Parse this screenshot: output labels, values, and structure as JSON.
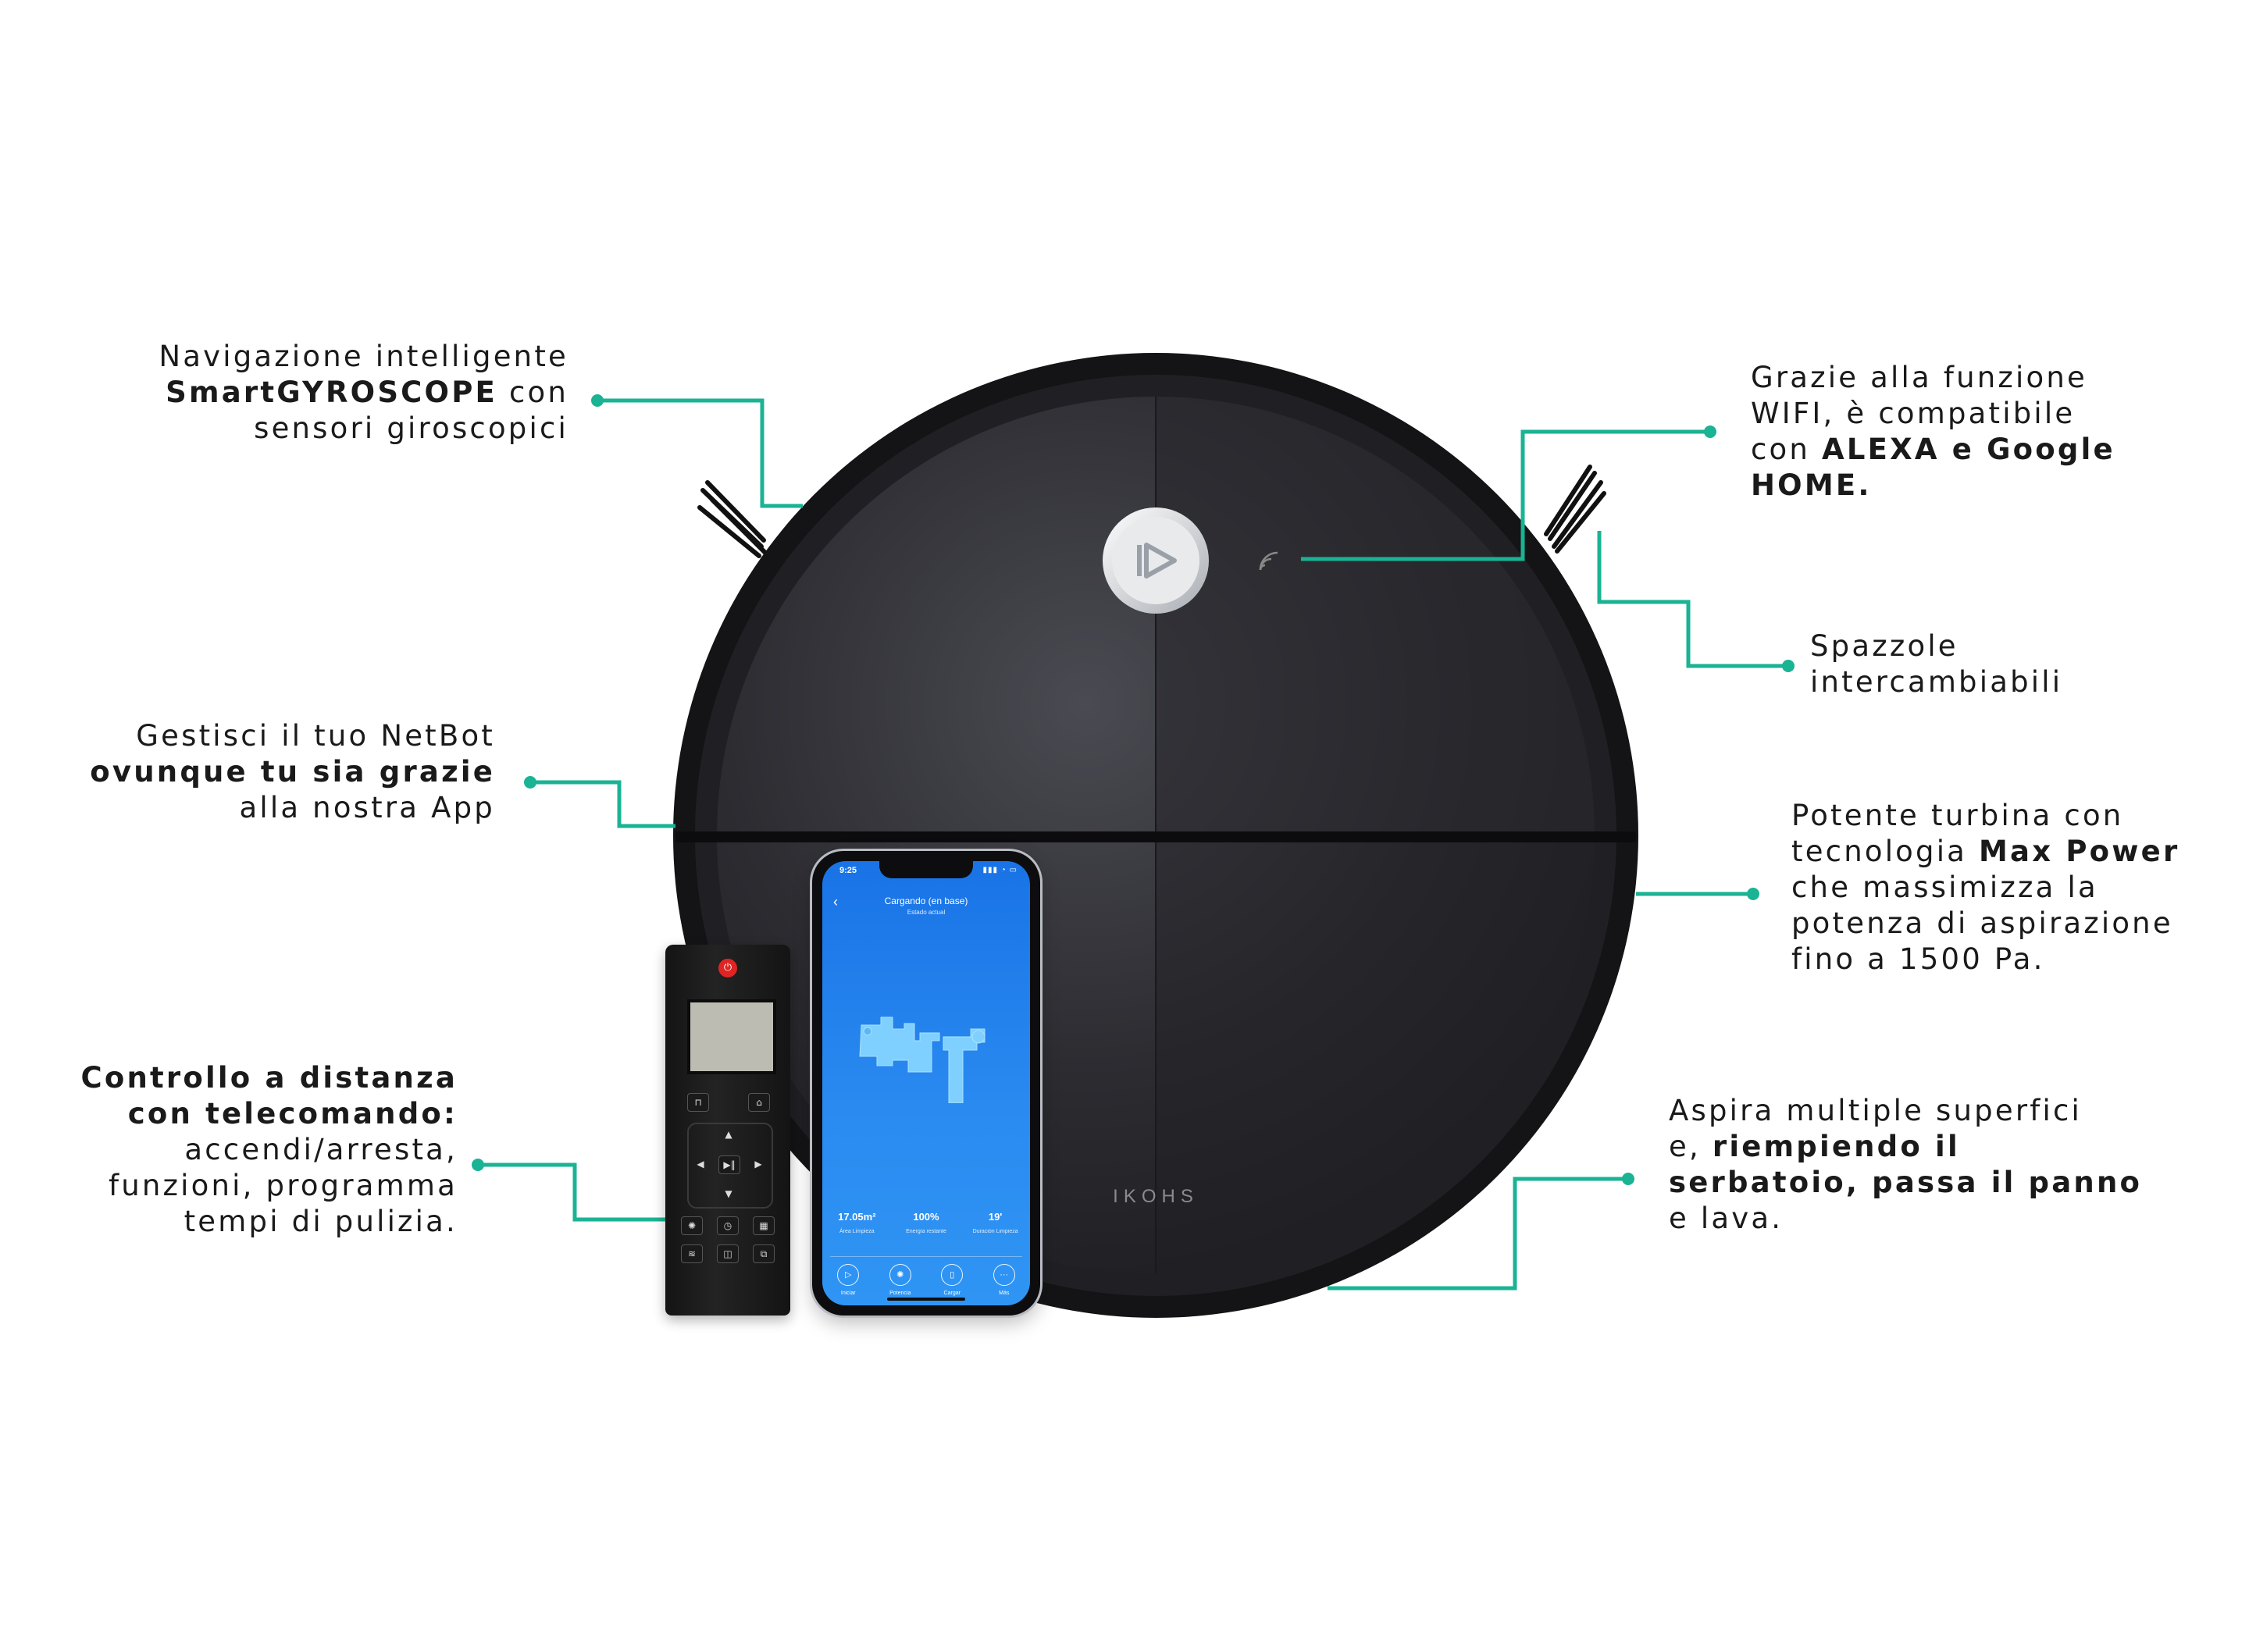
{
  "callouts": {
    "navigation": {
      "line1": "Navigazione intelligente",
      "line2_bold": "SmartGYROSCOPE",
      "line2_rest": " con",
      "line3": "sensori giroscopici"
    },
    "app": {
      "line1": "Gestisci il tuo NetBot",
      "line2_bold": "ovunque tu sia grazie",
      "line3": "alla nostra App"
    },
    "remote": {
      "line1_bold": "Controllo a distanza",
      "line2_bold": "con telecomando:",
      "line3": "accendi/arresta,",
      "line4": "funzioni, programma",
      "line5": "tempi di pulizia."
    },
    "wifi": {
      "line1": "Grazie alla funzione",
      "line2": "WIFI, è compatibile",
      "line3_pre": "con ",
      "line3_bold": "ALEXA e Google",
      "line4_bold": "HOME."
    },
    "brushes": {
      "line1": "Spazzole",
      "line2": "intercambiabili"
    },
    "turbine": {
      "line1": "Potente turbina con",
      "line2_pre": "tecnologia ",
      "line2_bold": "Max Power",
      "line3": "che massimizza la",
      "line4": "potenza di aspirazione",
      "line5": "fino a 1500 Pa."
    },
    "surfaces": {
      "line1": "Aspira multiple superfici",
      "line2_pre": "e, ",
      "line2_bold": "riempiendo il",
      "line3_bold": "serbatoio, passa il panno",
      "line4": "e lava."
    }
  },
  "robot": {
    "brand": "IKOHS"
  },
  "phone_app": {
    "status_time": "9:25",
    "status_icons": "▮▮▮ ◔ ▭",
    "title": "Cargando (en base)",
    "subtitle": "Estado actual",
    "stats": [
      {
        "value": "17.05m²",
        "label": "Área Limpieza"
      },
      {
        "value": "100%",
        "label": "Energía restante"
      },
      {
        "value": "19'",
        "label": "Duración Limpieza"
      }
    ],
    "nav": [
      {
        "icon": "play-icon",
        "glyph": "▷",
        "label": "Iniciar"
      },
      {
        "icon": "fan-icon",
        "glyph": "✺",
        "label": "Potencia"
      },
      {
        "icon": "battery-icon",
        "glyph": "▯",
        "label": "Cargar"
      },
      {
        "icon": "more-icon",
        "glyph": "···",
        "label": "Más"
      }
    ]
  },
  "colors": {
    "accent": "#1ab394",
    "robot_body": "#1a1a1c",
    "robot_top": "#2e2e33",
    "app_blue": "#1f7fee"
  },
  "icons": {
    "power": "power-icon",
    "wifi": "wifi-icon",
    "start": "start-button-icon"
  }
}
